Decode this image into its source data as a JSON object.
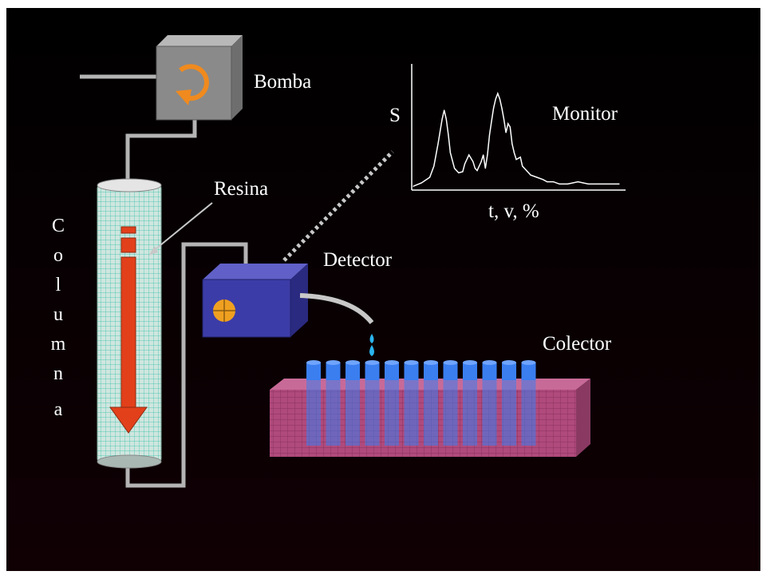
{
  "labels": {
    "pump": "Bomba",
    "resin": "Resina",
    "detector": "Detector",
    "collector": "Colector",
    "monitor": "Monitor",
    "signal_axis": "S",
    "x_axis": "t, v, %"
  },
  "column_letters": [
    "C",
    "o",
    "l",
    "u",
    "m",
    "n",
    "a"
  ],
  "colors": {
    "background_top": "#000000",
    "background_bottom": "#100004",
    "pump_body": "#8a8a8a",
    "pump_arrow": "#f08a1e",
    "tubing": "#b4b4b4",
    "column_fill": "#cfe6df",
    "column_grid": "#2fbfa6",
    "flow_arrow": "#e2401b",
    "detector_body": "#3c3ca8",
    "detector_lamp": "#f0a020",
    "drop": "#2ab4ee",
    "collector_rack": "#b04a7c",
    "collector_tube": "#3a7ef0"
  },
  "chart_data": {
    "type": "line",
    "title": "",
    "xlabel": "t, v, %",
    "ylabel": "S",
    "ylim": [
      0,
      100
    ],
    "x": [
      0,
      4,
      8,
      10,
      12,
      14,
      15,
      16,
      17,
      18,
      20,
      22,
      24,
      25,
      27,
      29,
      30,
      31,
      33,
      34,
      35,
      36,
      37,
      38,
      39,
      40,
      41,
      42,
      43,
      44,
      45,
      46,
      47,
      48,
      49,
      50,
      52,
      53,
      55,
      57,
      60,
      63,
      65,
      68,
      71,
      75,
      80,
      85,
      90,
      100
    ],
    "series": [
      {
        "values": [
          2,
          5,
          10,
          20,
          40,
          62,
          70,
          62,
          48,
          32,
          18,
          14,
          15,
          22,
          30,
          24,
          18,
          16,
          24,
          30,
          18,
          30,
          48,
          60,
          72,
          80,
          85,
          80,
          72,
          62,
          50,
          58,
          55,
          40,
          32,
          26,
          28,
          20,
          16,
          12,
          10,
          8,
          6,
          6,
          4,
          4,
          6,
          4,
          4,
          4
        ]
      }
    ]
  }
}
